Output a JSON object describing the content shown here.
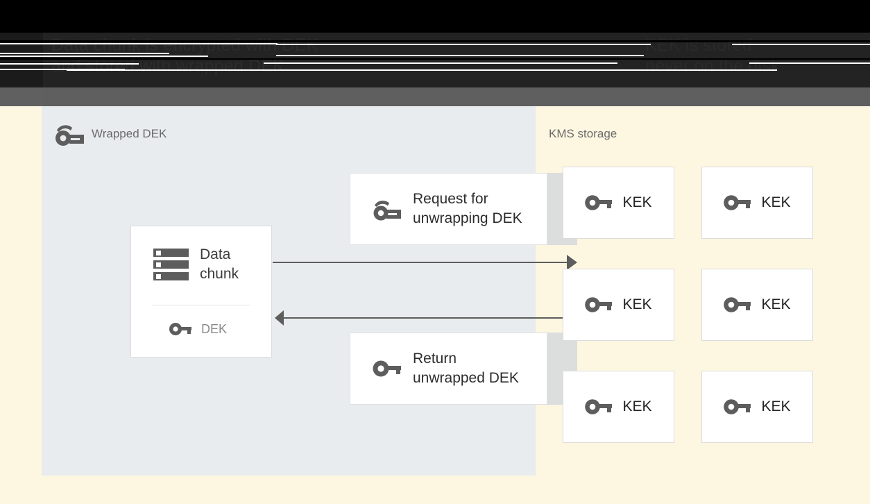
{
  "banner": {
    "title_left": "Data chunk is encrypted with DEK\nand stored with wrapped DEK",
    "title_right": "KEK is stored\nnever on the disk"
  },
  "colors": {
    "page_background": "#fdf6e1",
    "left_panel": "#e8ecef",
    "card_background": "#ffffff",
    "card_border": "#dcdcdc",
    "icon_grey": "#5d5d5d",
    "label_grey": "#6b6b6b",
    "arrow": "#5d5d5d",
    "tail_grey": "#dcdddd",
    "banner_dark": "#232323",
    "banner_band": "#5f5f5f"
  },
  "left_panel": {
    "title": "Wrapped DEK",
    "title_icon": "wrapped-key-icon",
    "data_card": {
      "icon": "storage-chunk-icon",
      "label": "Data\nchunk",
      "key_icon": "key-icon",
      "key_label": "DEK"
    },
    "messages": [
      {
        "icon": "wrapped-key-icon",
        "label": "Request for\nunwrapping DEK"
      },
      {
        "icon": "key-icon",
        "label": "Return\nunwrapped DEK"
      }
    ],
    "arrows": [
      {
        "name": "request-arrow",
        "direction": "right"
      },
      {
        "name": "return-arrow",
        "direction": "left"
      }
    ]
  },
  "kms_panel": {
    "title": "KMS storage",
    "keys": [
      {
        "icon": "key-icon",
        "label": "KEK"
      },
      {
        "icon": "key-icon",
        "label": "KEK"
      },
      {
        "icon": "key-icon",
        "label": "KEK"
      },
      {
        "icon": "key-icon",
        "label": "KEK"
      },
      {
        "icon": "key-icon",
        "label": "KEK"
      },
      {
        "icon": "key-icon",
        "label": "KEK"
      }
    ]
  }
}
